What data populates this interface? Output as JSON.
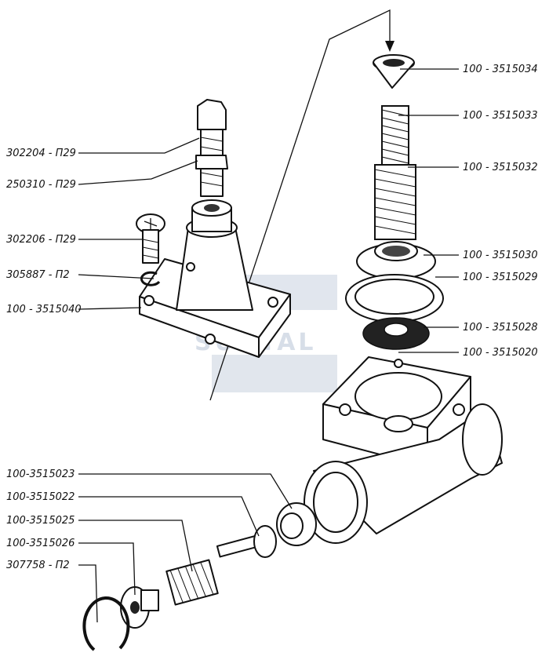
{
  "callouts": {
    "p_100_3515034": "100 - 3515034",
    "p_100_3515033": "100 - 3515033",
    "p_100_3515032": "100 - 3515032",
    "p_100_3515030": "100 - 3515030",
    "p_100_3515029": "100 - 3515029",
    "p_100_3515028": "100 - 3515028",
    "p_100_3515020": "100 - 3515020",
    "p_302204_p29": "302204 - П29",
    "p_250310_p29": "250310 - П29",
    "p_302206_p29": "302206 - П29",
    "p_305887_p2": "305887 - П2",
    "p_100_3515040": "100 - 3515040",
    "p_100_3515023": "100-3515023",
    "p_100_3515022": "100-3515022",
    "p_100_3515025": "100-3515025",
    "p_100_3515026": "100-3515026",
    "p_307758_p2": "307758 - П2"
  },
  "watermark": {
    "text": "SUNTAL",
    "color": "#b8c4d6"
  },
  "colors": {
    "ink": "#111111",
    "background": "#ffffff"
  }
}
